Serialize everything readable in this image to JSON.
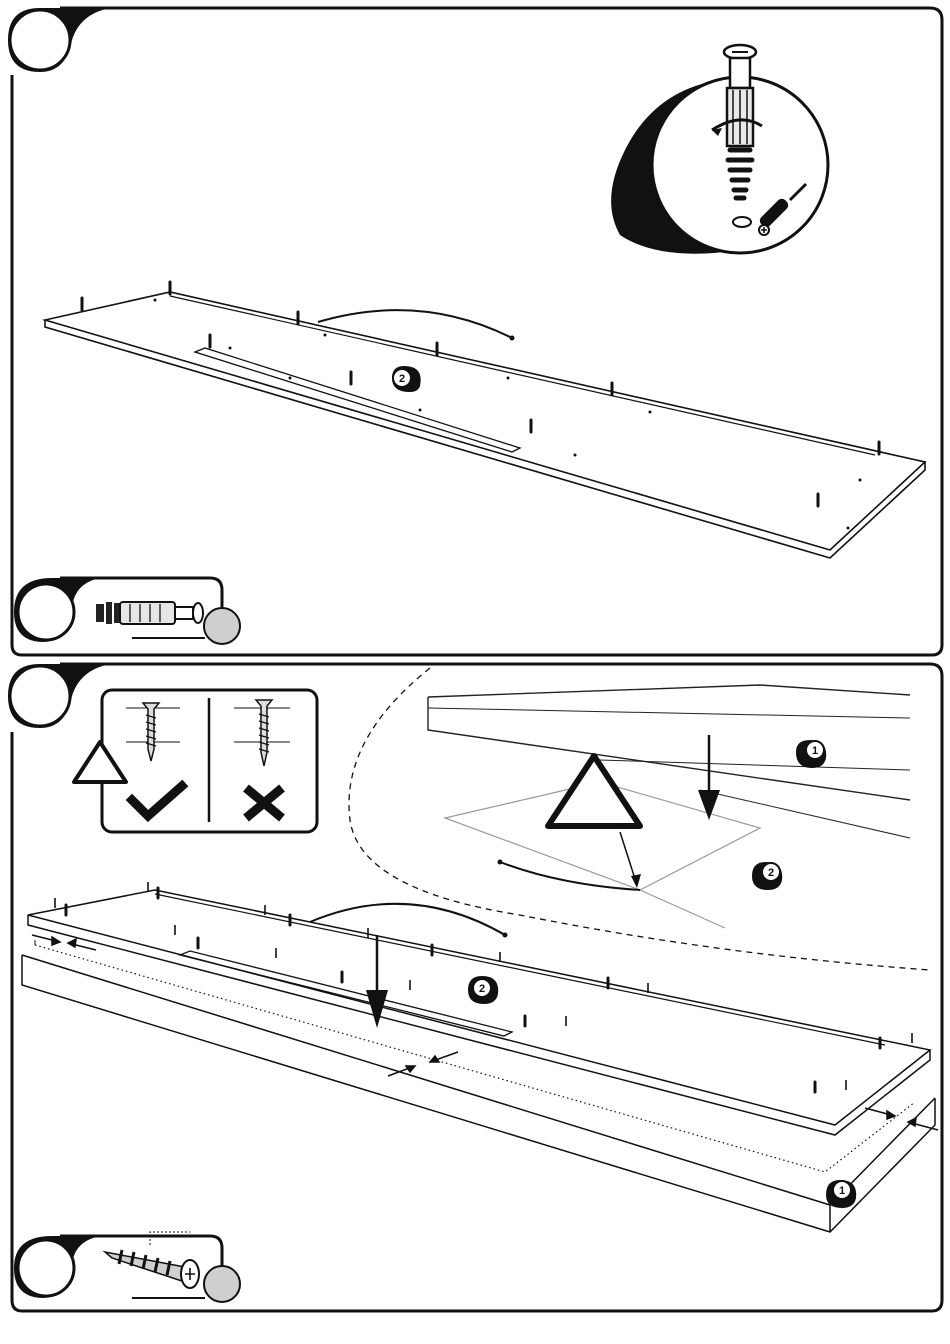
{
  "steps": [
    {
      "parts_callout": {
        "badge": "",
        "icon": "cam-dowel-icon"
      },
      "detail_callout": {
        "tools": [
          "phillips-screwdriver-icon",
          "cam-dowel-icon"
        ]
      },
      "board_label": "2"
    },
    {
      "parts_callout": {
        "badge": "",
        "icon": "wood-screw-icon"
      },
      "warning": {
        "icon": "warning-triangle-icon",
        "correct_icon": "check-icon",
        "wrong_icon": "cross-icon"
      },
      "detail_labels": [
        "1",
        "2"
      ],
      "board_labels": [
        "2",
        "1"
      ]
    }
  ]
}
